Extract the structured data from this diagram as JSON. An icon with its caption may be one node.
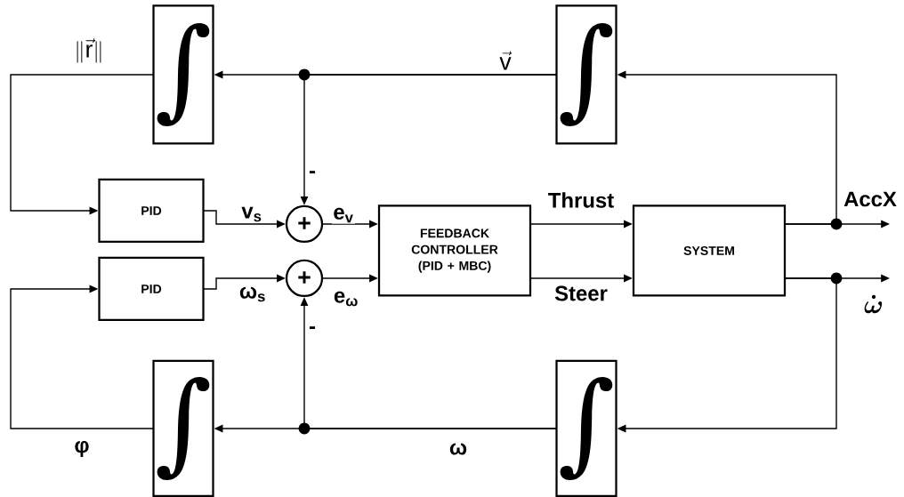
{
  "diagram": {
    "nodes": [
      {
        "text": [
          "∫"
        ]
      },
      {
        "text": [
          "∫"
        ]
      },
      {
        "text": [
          "PID"
        ]
      },
      {
        "text": [
          "PID"
        ]
      },
      {
        "text": [
          "+"
        ]
      },
      {
        "text": [
          "+"
        ]
      },
      {
        "text": [
          "FEEDBACK CONTROLLER (PID + MBC)"
        ]
      },
      {
        "text": [
          "SYSTEM"
        ]
      },
      {
        "text": [
          "∫"
        ]
      },
      {
        "text": [
          "∫"
        ]
      }
    ],
    "edges": [
      {
        "from": 0,
        "to": 2,
        "arrow": "to",
        "label": "\\|\\vec{\\mathrm{r}}\\|"
      },
      {
        "from": 1,
        "to": 0,
        "arrow": "to",
        "label": "\\vec{\\mathrm{v}}"
      },
      {
        "from": 1,
        "to": 4,
        "arrow": "to",
        "label": "-"
      },
      {
        "from": 2,
        "to": 4,
        "arrow": "to",
        "label": "v$_{s}$"
      },
      {
        "from": 3,
        "to": 5,
        "arrow": "to",
        "label": "ω$_{s}$"
      },
      {
        "from": 4,
        "to": 6,
        "arrow": "to",
        "label": "e$_{v}$"
      },
      {
        "from": 5,
        "to": 6,
        "arrow": "to",
        "label": "e$_{ω}$"
      },
      {
        "from": 6,
        "to": 7,
        "arrow": "to",
        "label": "Thrust"
      },
      {
        "from": 6,
        "to": 7,
        "arrow": "to",
        "label": "Steer"
      },
      {
        "from": 7,
        "to": null,
        "arrow": "to",
        "label": "AccX"
      },
      {
        "from": 7,
        "to": 1,
        "arrow": "to"
      },
      {
        "from": 7,
        "to": null,
        "arrow": "to",
        "label": "\\dot{\\omega}"
      },
      {
        "from": 7,
        "to": 9,
        "arrow": "to"
      },
      {
        "from": 9,
        "to": 8,
        "arrow": "to",
        "label": "ω"
      },
      {
        "from": 9,
        "to": 5,
        "arrow": "to",
        "label": "-"
      },
      {
        "from": 8,
        "to": 3,
        "arrow": "to",
        "label": "φ"
      }
    ]
  }
}
